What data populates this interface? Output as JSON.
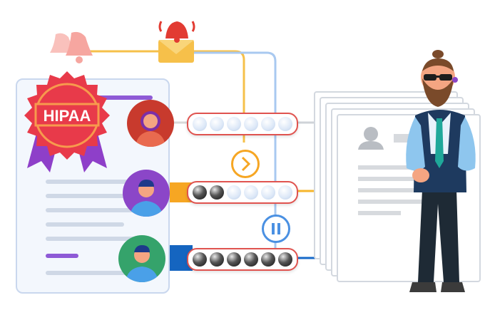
{
  "badge": {
    "text": "HIPAA"
  },
  "colors": {
    "badge_red": "#e83a4a",
    "badge_orange": "#f79a4d",
    "ribbon_purple": "#8e3fc9",
    "line_orange": "#f6b52b",
    "line_blue": "#4a90e2",
    "pill_border": "#e0534f",
    "arrow_blue": "#1668c9"
  },
  "avatars": [
    {
      "name": "female-user",
      "bg": "#c83a2d"
    },
    {
      "name": "male-user-purple",
      "bg": "#8b46c8"
    },
    {
      "name": "male-user-green",
      "bg": "#35a36b"
    }
  ],
  "progress": [
    {
      "filled": 0,
      "total": 6
    },
    {
      "filled": 2,
      "total": 6
    },
    {
      "filled": 6,
      "total": 6
    }
  ],
  "icons": [
    "bell-icon",
    "bell-icon",
    "alarm-envelope-icon",
    "chevron-right-icon",
    "pause-icon",
    "arrow-right-icon",
    "user-profile-icon"
  ]
}
